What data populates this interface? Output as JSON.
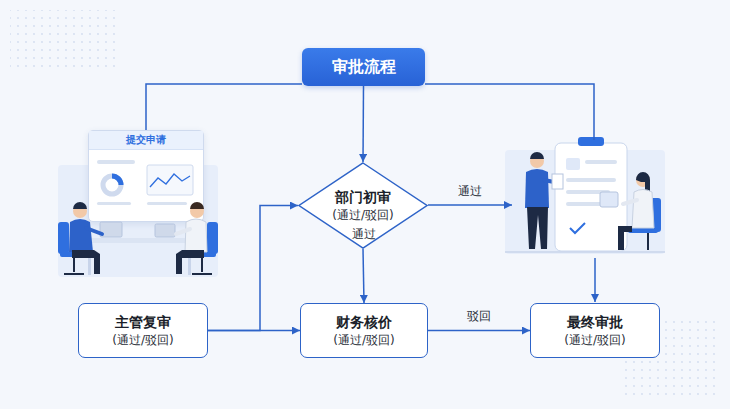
{
  "diagram": {
    "nodes": [
      {
        "text": [
          "审批流程"
        ]
      },
      {
        "text": [
          "提交申请"
        ]
      },
      {
        "text": [
          "部门初审",
          "(通过/驳回)"
        ]
      },
      {
        "text": [
          "主管复审",
          "(通过/驳回)"
        ]
      },
      {
        "text": [
          "财务核价",
          "(通过/驳回)"
        ]
      },
      {
        "text": [
          "最终审批",
          "(通过/驳回)"
        ]
      }
    ],
    "edges": [
      {
        "from": 0,
        "to": 1,
        "arrow": "none"
      },
      {
        "from": 0,
        "to": 2,
        "arrow": "to"
      },
      {
        "from": 2,
        "to": 4,
        "label": "通过",
        "arrow": "to"
      },
      {
        "from": 3,
        "to": 2,
        "arrow": "to"
      },
      {
        "from": 3,
        "to": 4,
        "arrow": "to"
      },
      {
        "from": 4,
        "to": 5,
        "label": "驳回",
        "arrow": "to"
      }
    ],
    "labels": [
      "通过"
    ]
  }
}
